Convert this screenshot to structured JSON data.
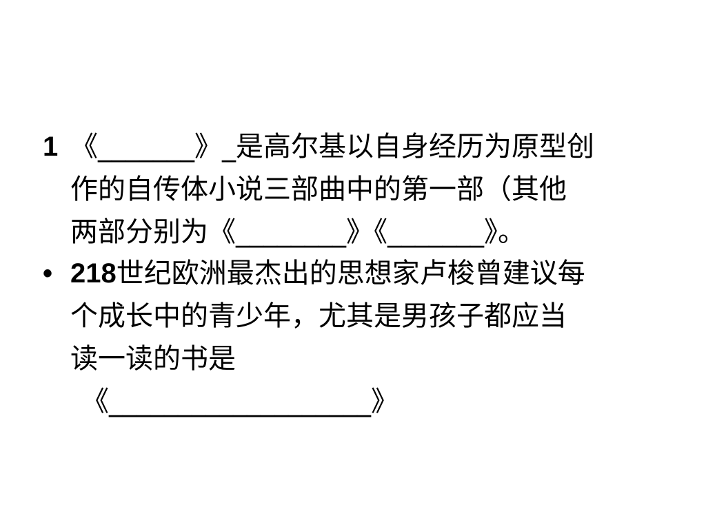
{
  "items": [
    {
      "marker": "1",
      "lines": [
        "《_______》_是高尔基以自身经历为原型创",
        "作的自传体小说三部曲中的第一部（其他",
        "两部分别为《________》《_______》。"
      ]
    },
    {
      "marker": "•",
      "number": "218",
      "lines": [
        "世纪欧洲最杰出的思想家卢梭曾建议每",
        "个成长中的青少年，尤其是男孩子都应当",
        "读一读的书是",
        "《___________________》"
      ]
    }
  ]
}
